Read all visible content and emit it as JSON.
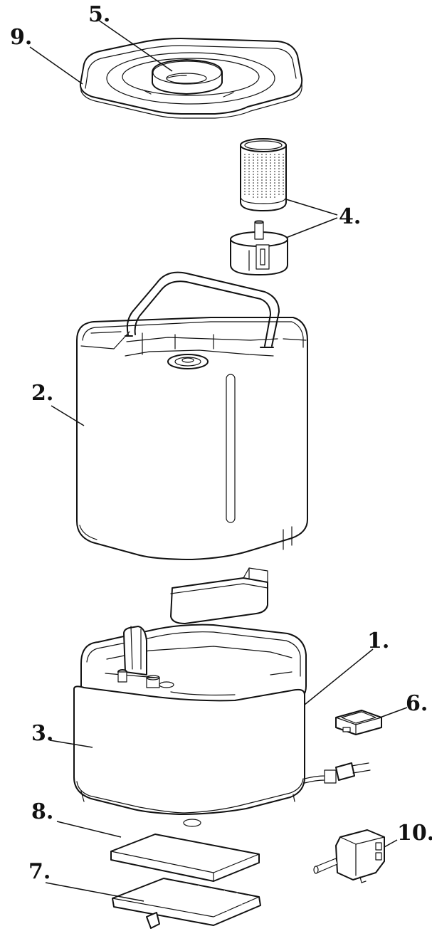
{
  "diagram": {
    "labels": {
      "cover": "9.",
      "lid_button": "5.",
      "filter": "4.",
      "water_tank": "2.",
      "base": "3.",
      "outer_shell": "1.",
      "clip": "6.",
      "filter_pad": "8.",
      "bottom_grille": "7.",
      "pump": "10."
    }
  }
}
